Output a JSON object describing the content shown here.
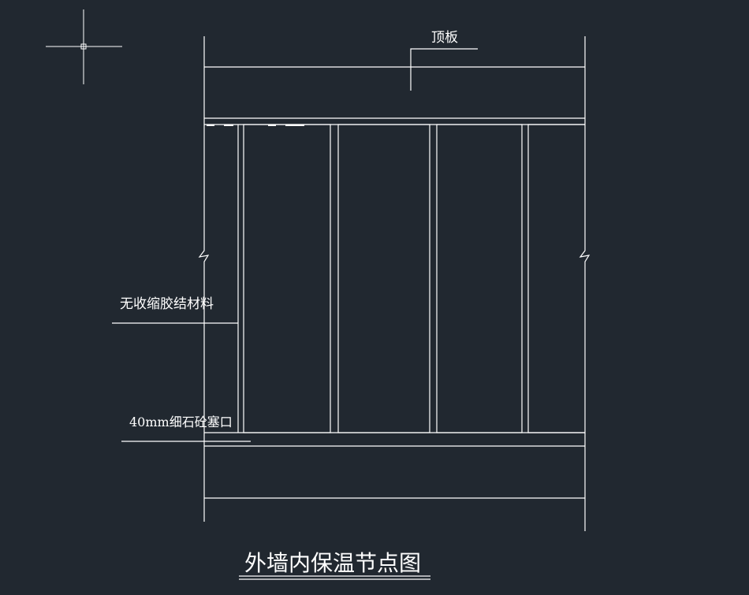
{
  "drawing": {
    "background_color": "#212830",
    "line_color": "#ffffff",
    "labels": {
      "roof_slab": "顶板",
      "non_shrink_adhesive": "无收缩胶结材料",
      "fine_stone_concrete_plug": "40mm细石砼塞口"
    },
    "title": "外墙内保温节点图"
  }
}
